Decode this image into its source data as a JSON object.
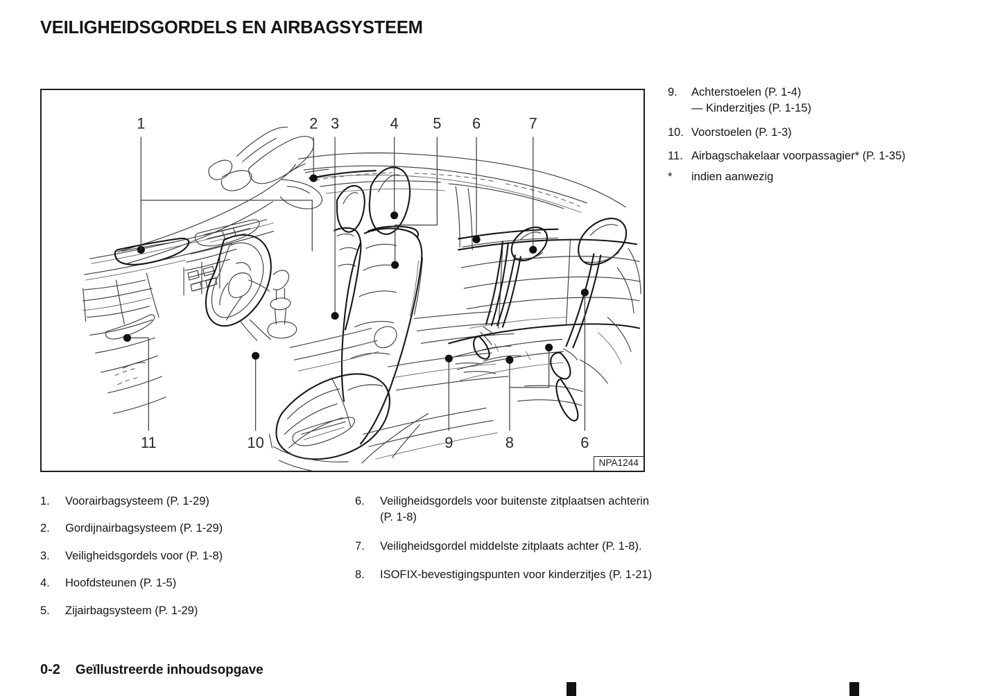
{
  "page": {
    "title": "VEILIGHEIDSGORDELS EN AIRBAGSYSTEEM",
    "footer_page_number": "0-2",
    "footer_section": "Geïllustreerde inhoudsopgave"
  },
  "figure": {
    "id_label": "NPA1244",
    "description": "Doorsnede-illustratie van het interieur van een auto met genummerde aanwijslijnen naar veiligheidsgordels, airbags, hoofdsteunen en stoelen.",
    "callouts_top": [
      "1",
      "2",
      "3",
      "4",
      "5",
      "6",
      "7"
    ],
    "callouts_bottom": [
      "11",
      "10",
      "9",
      "8",
      "6"
    ]
  },
  "legend_bottom_left": [
    {
      "num": "1.",
      "text": "Voorairbagsysteem (P. 1-29)"
    },
    {
      "num": "2.",
      "text": "Gordijnairbagsysteem (P. 1-29)"
    },
    {
      "num": "3.",
      "text": "Veiligheidsgordels voor (P. 1-8)"
    },
    {
      "num": "4.",
      "text": "Hoofdsteunen (P. 1-5)"
    },
    {
      "num": "5.",
      "text": "Zijairbagsysteem (P. 1-29)"
    }
  ],
  "legend_bottom_right": [
    {
      "num": "6.",
      "text": "Veiligheidsgordels voor buitenste zitplaatsen achterin (P. 1-8)"
    },
    {
      "num": "7.",
      "text": "Veiligheidsgordel middelste zitplaats achter (P. 1-8)."
    },
    {
      "num": "8.",
      "text": "ISOFIX-bevestigingspunten voor kinderzitjes (P. 1-21)"
    }
  ],
  "legend_right": [
    {
      "num": "9.",
      "text": "Achterstoelen (P. 1-4)",
      "sub": "— Kinderzitjes (P. 1-15)"
    },
    {
      "num": "10.",
      "text": "Voorstoelen (P. 1-3)",
      "sub": ""
    },
    {
      "num": "11.",
      "text": "Airbagschakelaar voorpassagier* (P. 1-35)",
      "sub": ""
    },
    {
      "num": "*",
      "text": "indien aanwezig",
      "sub": ""
    }
  ],
  "colors": {
    "text": "#141414",
    "frame": "#1d1d1d",
    "line": "#3b3b3b",
    "line_bold": "#151515",
    "marker": "#121212",
    "background": "#ffffff"
  }
}
